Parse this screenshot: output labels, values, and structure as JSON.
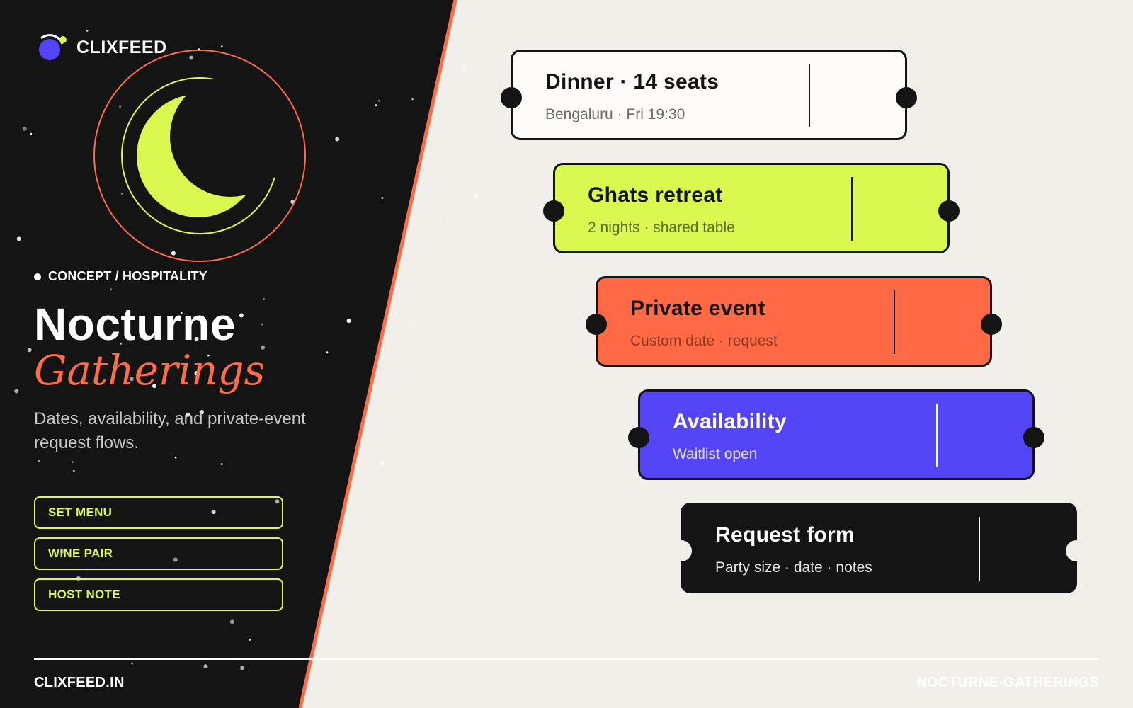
{
  "brand": {
    "name": "CLIXFEED"
  },
  "hero": {
    "tag": "CONCEPT / HOSPITALITY",
    "title_line1": "Nocturne",
    "title_line2": "Gatherings",
    "description": "Dates, availability, and private-event request flows."
  },
  "chips": [
    {
      "label": "SET MENU"
    },
    {
      "label": "WINE PAIR"
    },
    {
      "label": "HOST NOTE"
    }
  ],
  "tickets": [
    {
      "title": "Dinner · 14 seats",
      "subtitle": "Bengaluru · Fri 19:30",
      "bg": "#fdfcf8",
      "fg": "#141414",
      "sub": "#6b6b6b",
      "sep": "#141414",
      "notch": "#141414"
    },
    {
      "title": "Ghats retreat",
      "subtitle": "2 nights · shared table",
      "bg": "#d9f951",
      "fg": "#141414",
      "sub": "#5f6a2a",
      "sep": "#141414",
      "notch": "#141414"
    },
    {
      "title": "Private event",
      "subtitle": "Custom date · request",
      "bg": "#ff6a45",
      "fg": "#141414",
      "sub": "#8a3a24",
      "sep": "#141414",
      "notch": "#141414"
    },
    {
      "title": "Availability",
      "subtitle": "Waitlist open",
      "bg": "#5344f5",
      "fg": "#ffffff",
      "sub": "#e7e5ff",
      "sep": "#ffffff",
      "notch": "#141414"
    },
    {
      "title": "Request form",
      "subtitle": "Party size · date · notes",
      "bg": "#141414",
      "fg": "#ffffff",
      "sub": "#e6e6e6",
      "sep": "#ffffff",
      "notch": "#f1efea"
    }
  ],
  "footer": {
    "left": "CLIXFEED.IN",
    "right": "NOCTURNE-GATHERINGS"
  },
  "colors": {
    "panel": "#141414",
    "accent_orange": "#ff6b45",
    "accent_lime": "#d9f951",
    "accent_blue": "#5344f5",
    "paper": "#f1efea"
  },
  "icons": {
    "brand": "orbit-logo-icon",
    "hero": "crescent-moon-icon"
  }
}
